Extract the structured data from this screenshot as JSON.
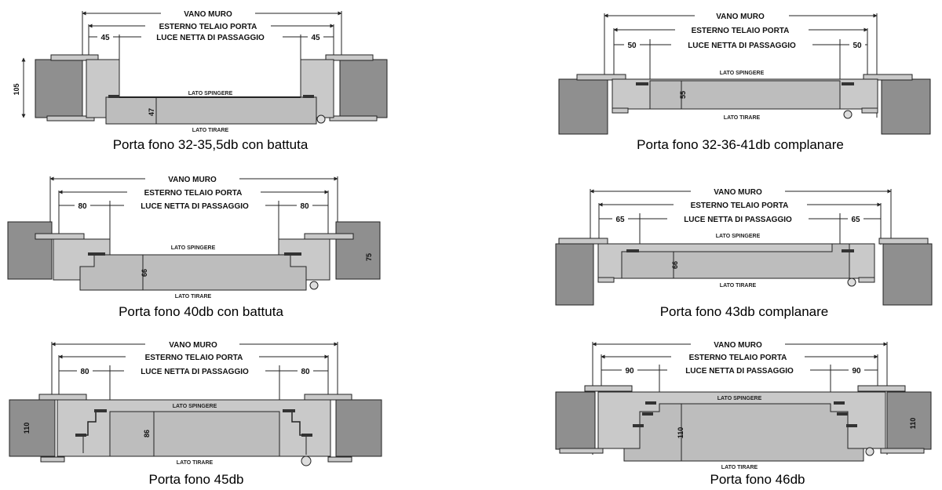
{
  "common": {
    "vano_muro": "VANO MURO",
    "esterno_telaio": "ESTERNO TELAIO PORTA",
    "luce_netta": "LUCE NETTA DI PASSAGGIO",
    "lato_spingere": "LATO SPINGERE",
    "lato_tirare": "LATO TIRARE"
  },
  "panels": [
    {
      "caption": "Porta fono 32-35,5db con battuta",
      "side_dim": "45",
      "thickness": "47",
      "wall_depth": "105"
    },
    {
      "caption": "Porta fono 32-36-41db complanare",
      "side_dim": "50",
      "thickness": "55"
    },
    {
      "caption": "Porta fono 40db con battuta",
      "side_dim": "80",
      "thickness": "66",
      "wall_depth": "75"
    },
    {
      "caption": "Porta fono 43db complanare",
      "side_dim": "65",
      "thickness": "66"
    },
    {
      "caption": "Porta fono 45db",
      "side_dim": "80",
      "thickness": "86",
      "wall_depth": "110"
    },
    {
      "caption": "Porta fono 46db",
      "side_dim": "90",
      "thickness": "110",
      "wall_depth": "110"
    }
  ],
  "colors": {
    "wall": "#8f8f8f",
    "frame": "#c9c9c9",
    "door": "#bdbdbd",
    "line": "#222222"
  }
}
